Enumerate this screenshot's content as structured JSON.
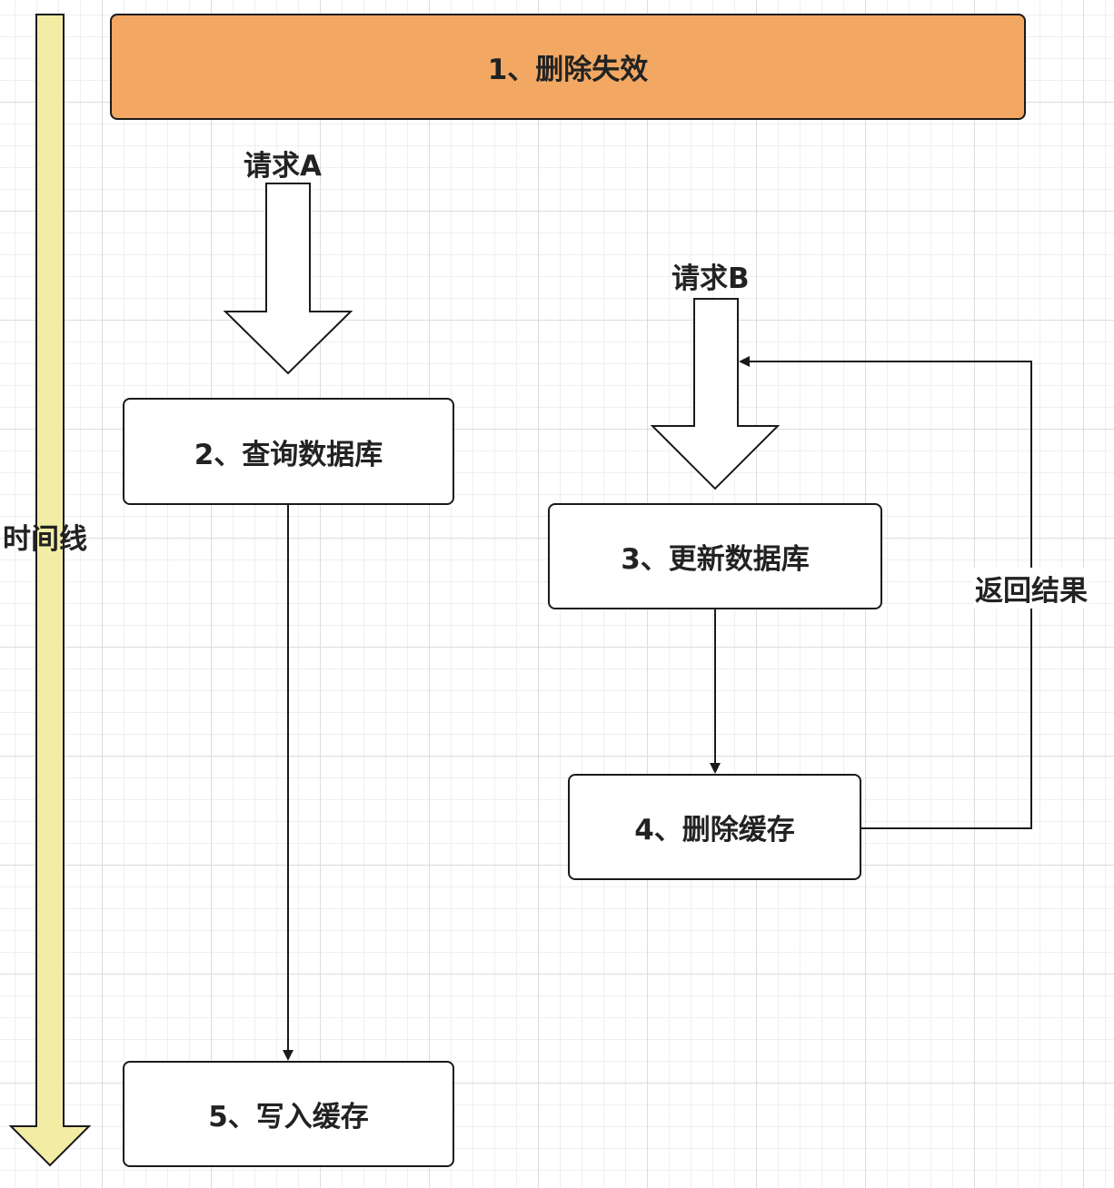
{
  "timeline": {
    "label": "时间线",
    "color": "#f3eca5"
  },
  "steps": {
    "step1": "1、删除失效",
    "step2": "2、查询数据库",
    "step3": "3、更新数据库",
    "step4": "4、删除缓存",
    "step5": "5、写入缓存"
  },
  "requests": {
    "a": "请求A",
    "b": "请求B"
  },
  "return_label": "返回结果",
  "colors": {
    "step1_fill": "#f2a863",
    "box_border": "#1a1a1a",
    "grid": "#dcdcdc"
  }
}
